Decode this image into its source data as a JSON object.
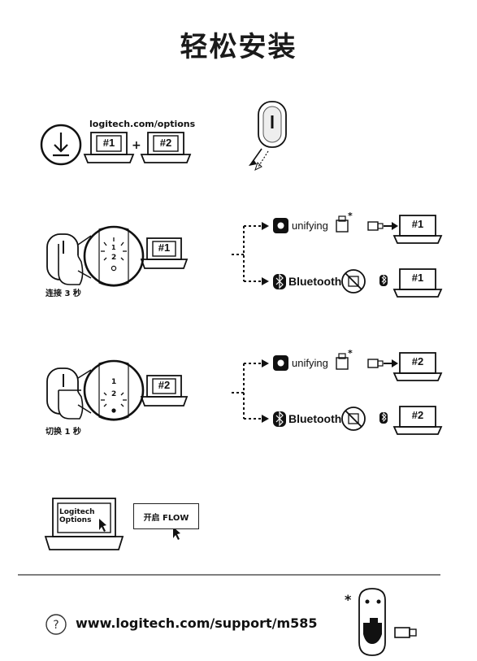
{
  "title": "轻松安装",
  "step1": {
    "url": "logitech.com/options",
    "laptop_a": "#1",
    "laptop_b": "#2",
    "plus": "+"
  },
  "step2": {
    "caption": "连接 3 秒",
    "laptop": "#1",
    "channel_top": "1",
    "channel_bottom": "2",
    "unifying_label": "unifying",
    "unifying_star": "*",
    "bluetooth_label": "Bluetooth",
    "laptop_unifying": "#1",
    "laptop_bluetooth": "#1"
  },
  "step3": {
    "caption": "切换 1 秒",
    "laptop": "#2",
    "channel_top": "1",
    "channel_bottom": "2",
    "unifying_label": "unifying",
    "unifying_star": "*",
    "bluetooth_label": "Bluetooth",
    "laptop_unifying": "#2",
    "laptop_bluetooth": "#2"
  },
  "step4": {
    "options_line1": "Logitech",
    "options_line2": "Options",
    "flow_button": "开启 FLOW"
  },
  "footer": {
    "support_url": "www.logitech.com/support/m585",
    "help_icon": "question-circle-icon",
    "star": "*"
  }
}
